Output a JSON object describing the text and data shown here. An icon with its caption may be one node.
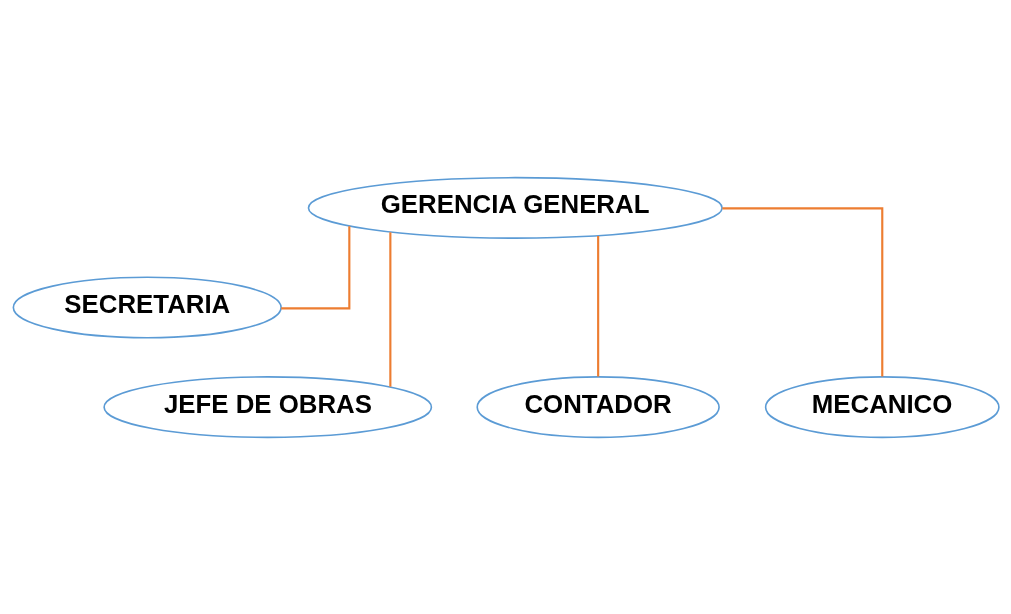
{
  "diagram": {
    "nodes": [
      {
        "text": [
          "GERENCIA GENERAL"
        ]
      },
      {
        "text": [
          "SECRETARIA"
        ]
      },
      {
        "text": [
          "JEFE DE OBRAS"
        ]
      },
      {
        "text": [
          "CONTADOR"
        ]
      },
      {
        "text": [
          "MECANICO"
        ]
      }
    ],
    "edges": [
      {
        "from": 0,
        "to": 1,
        "arrow": "none"
      },
      {
        "from": 0,
        "to": 2,
        "arrow": "none"
      },
      {
        "from": 0,
        "to": 3,
        "arrow": "none"
      },
      {
        "from": 0,
        "to": 4,
        "arrow": "none"
      }
    ]
  }
}
